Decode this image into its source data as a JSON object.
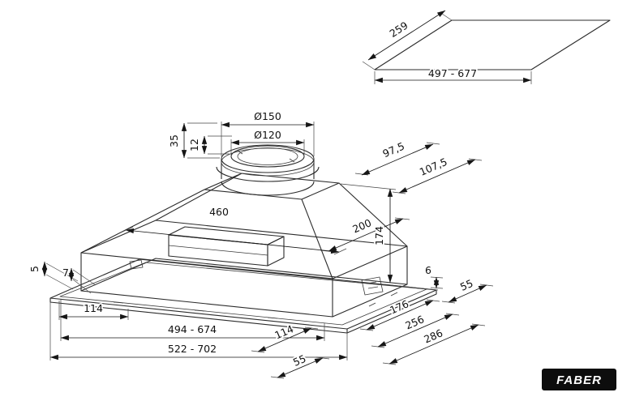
{
  "brand": {
    "logo_text": "FABER"
  },
  "cutout": {
    "depth": "259",
    "width_range": "497 - 677"
  },
  "dims": {
    "duct": {
      "outer_diameter": "Ø150",
      "inner_diameter": "Ø120",
      "height_total": "35",
      "height_collar": "12",
      "offset_a": "97,5",
      "offset_b": "107,5"
    },
    "body": {
      "inner_width": "460",
      "depth_center": "200",
      "height": "174"
    },
    "flange": {
      "lip_left": "5",
      "lip_front": "7",
      "lip_right": "6",
      "offset_left": "114",
      "width_body": "494 - 674",
      "width_total": "522 - 702",
      "offset_front": "114",
      "depth_front": "55",
      "depth_a": "176",
      "depth_b": "256",
      "depth_c": "286",
      "depth_rear": "55"
    }
  }
}
